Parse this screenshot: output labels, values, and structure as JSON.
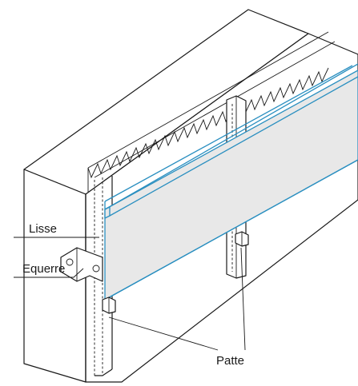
{
  "labels": {
    "lisse": "Lisse",
    "equerre": "Equerre",
    "patte": "Patte"
  },
  "colors": {
    "line": "#1a1a1a",
    "panel_fill": "#e8e8e8",
    "panel_edge": "#2a8fc0"
  }
}
